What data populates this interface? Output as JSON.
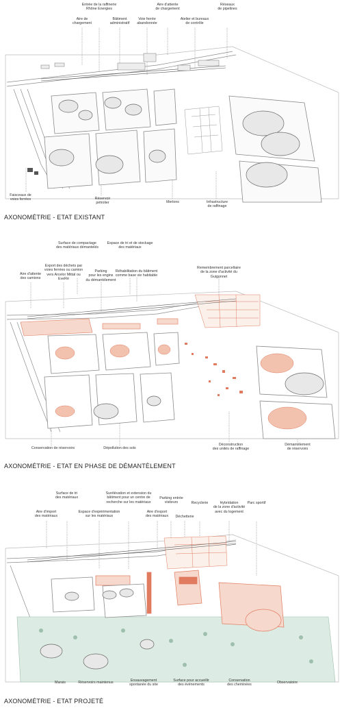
{
  "panels": [
    {
      "title": "AXONOMÉTRIE - ETAT EXISTANT",
      "top_labels": [
        "Aire de\nchargement",
        "Entrée de la raffinerie\nRhône Energies",
        "Bâtiment\nadministratif",
        "Voie ferrée\nabandonnée",
        "Aire d'attente\nde chargement",
        "Atelier et bureaux\nde contrôle",
        "Réseaux\nde pipelines"
      ],
      "bottom_labels": [
        "Faisceaux de\nvoies ferrées",
        "Réservoir\npétrolier",
        "Merlons",
        "Infrastructure\nde raffinage"
      ]
    },
    {
      "title": "AXONOMÉTRIE - ETAT EN PHASE DE DÉMANTÈLEMENT",
      "top_labels": [
        "Aire d'attente\ndes camions",
        "Export des déchets par\nvoies ferrées ou camion\nvers Arcelor Mittal ou\nEveRé",
        "Surface de compactage\ndes matériaux démantelés",
        "Parking\npour les engins\ndu démantèlement",
        "Espace de tri et de stockage\ndes matériaux",
        "Réhabilitation du bâtiment\ncomme base vie habitable",
        "Remembrement parcellaire\nde la zone d'activité du\nGuigonnet"
      ],
      "bottom_labels": [
        "Conservation de réservoirs",
        "Dépollution des sols",
        "Déconstruction\ndes unités de raffinage",
        "Démantèlement\nde réservoirs"
      ]
    },
    {
      "title": "AXONOMÉTRIE - ETAT PROJETÉ",
      "top_labels": [
        "Aire d'import\ndes matériaux",
        "Surface de tri\ndes matériaux",
        "Espace d'expérimentation\nsur les matériaux",
        "Surélévation et extension du\nbâtiment pour un centre de\nrecherche sur les matériaux",
        "Aire d'export\ndes matériaux",
        "Parking entrée\nvisiteurs",
        "Déchetterie",
        "Recyclerie",
        "Hybridation\nde la zone d'activité\navec du logement",
        "Parc sportif"
      ],
      "bottom_labels": [
        "Marais",
        "Réservoirs maintenus",
        "Ensauvagement\nspontanée du site",
        "Surface pour accueillir\ndes événements",
        "Conservation\ndes cheminées",
        "Observatoire"
      ]
    }
  ],
  "colors": {
    "line": "#8a8a8a",
    "dark_line": "#555555",
    "accent": "#e07b5f",
    "accent_fill": "#f7d8cc",
    "green_fill": "#dcebe3",
    "green_line": "#9fbfae"
  }
}
